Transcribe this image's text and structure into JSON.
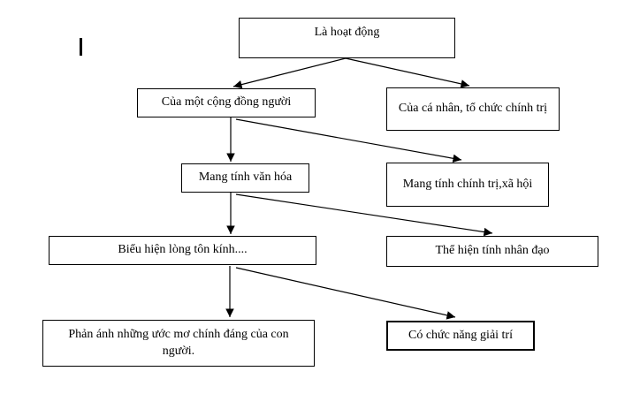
{
  "diagram": {
    "type": "flowchart",
    "background_color": "#ffffff",
    "line_color": "#000000",
    "nodes": {
      "root": {
        "label": "Là hoạt động"
      },
      "community": {
        "label": "Của một cộng đồng người"
      },
      "individual": {
        "label": "Của cá nhân, tổ chức chính trị"
      },
      "cultural": {
        "label": "Mang tính văn hóa"
      },
      "political": {
        "label": "Mang tính chính trị,xã hội"
      },
      "reverence": {
        "label": "Biểu hiện lòng tôn kính...."
      },
      "humanity": {
        "label": "Thể hiện tính nhân đạo"
      },
      "dreams": {
        "label": "Phản ánh những ước mơ chính đáng của con người."
      },
      "entertainment": {
        "label": "Có chức năng giải trí"
      }
    },
    "edges": [
      {
        "from": "root",
        "to": "community"
      },
      {
        "from": "root",
        "to": "individual"
      },
      {
        "from": "community",
        "to": "cultural"
      },
      {
        "from": "community",
        "to": "political"
      },
      {
        "from": "cultural",
        "to": "reverence"
      },
      {
        "from": "cultural",
        "to": "humanity"
      },
      {
        "from": "reverence",
        "to": "dreams"
      },
      {
        "from": "reverence",
        "to": "entertainment"
      }
    ]
  }
}
